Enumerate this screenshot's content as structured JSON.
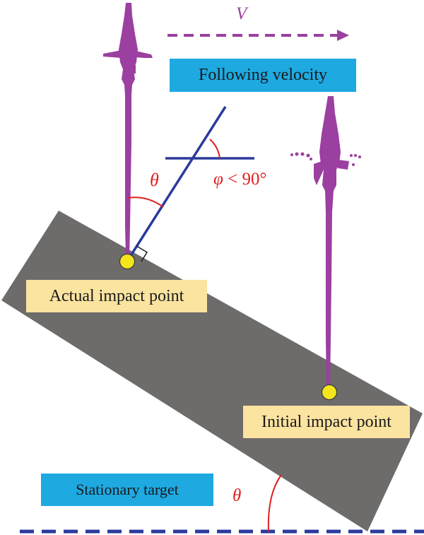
{
  "labels": {
    "following_velocity": "Following velocity",
    "actual_impact_point": "Actual impact point",
    "initial_impact_point": "Initial impact point",
    "stationary_target": "Stationary target"
  },
  "symbols": {
    "velocity": "V",
    "theta_top": "θ",
    "theta_bottom": "θ",
    "phi_symbol": "φ",
    "phi_condition": " < 90°"
  },
  "colors": {
    "jet": "#9b3fa0",
    "target_plate": "#6e6b6b",
    "normal_line": "#2b3a9c",
    "angle_red": "#e02020",
    "impact_point": "#f5e61c",
    "label_blue_bg": "#1ea9e1",
    "label_yellow_bg": "#fbe3a0"
  },
  "icons": {
    "velocity_arrow": "dashed-arrow-right",
    "ground_line": "dashed-line"
  }
}
